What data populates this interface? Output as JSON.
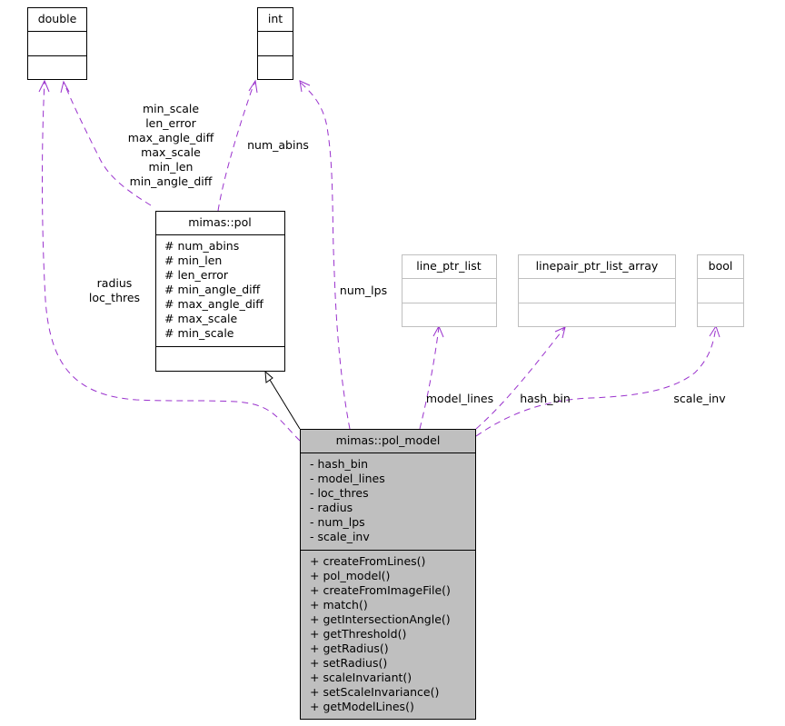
{
  "classes": {
    "double": {
      "name": "double"
    },
    "int": {
      "name": "int"
    },
    "bool": {
      "name": "bool"
    },
    "line_ptr_list": {
      "name": "line_ptr_list"
    },
    "linepair_ptr_list_array": {
      "name": "linepair_ptr_list_array"
    },
    "pol": {
      "name": "mimas::pol",
      "attributes": [
        "# num_abins",
        "# min_len",
        "# len_error",
        "# min_angle_diff",
        "# max_angle_diff",
        "# max_scale",
        "# min_scale"
      ]
    },
    "pol_model": {
      "name": "mimas::pol_model",
      "attributes": [
        "- hash_bin",
        "- model_lines",
        "- loc_thres",
        "- radius",
        "- num_lps",
        "- scale_inv"
      ],
      "methods": [
        "+ createFromLines()",
        "+ pol_model()",
        "+ createFromImageFile()",
        "+ match()",
        "+ getIntersectionAngle()",
        "+ getThreshold()",
        "+ getRadius()",
        "+ setRadius()",
        "+ scaleInvariant()",
        "+ setScaleInvariance()",
        "+ getModelLines()"
      ]
    }
  },
  "edge_labels": {
    "pol_to_double": [
      "min_scale",
      "len_error",
      "max_angle_diff",
      "max_scale",
      "min_len",
      "min_angle_diff"
    ],
    "pol_to_int": "num_abins",
    "model_to_double": [
      "radius",
      "loc_thres"
    ],
    "model_to_int": "num_lps",
    "model_to_line_ptr_list": "model_lines",
    "model_to_linepair": "hash_bin",
    "model_to_bool": "scale_inv"
  },
  "colors": {
    "dependency_edge": "#9a32cd",
    "main_class_fill": "#bfbfbf",
    "external_class_border": "#bfbfbf"
  }
}
